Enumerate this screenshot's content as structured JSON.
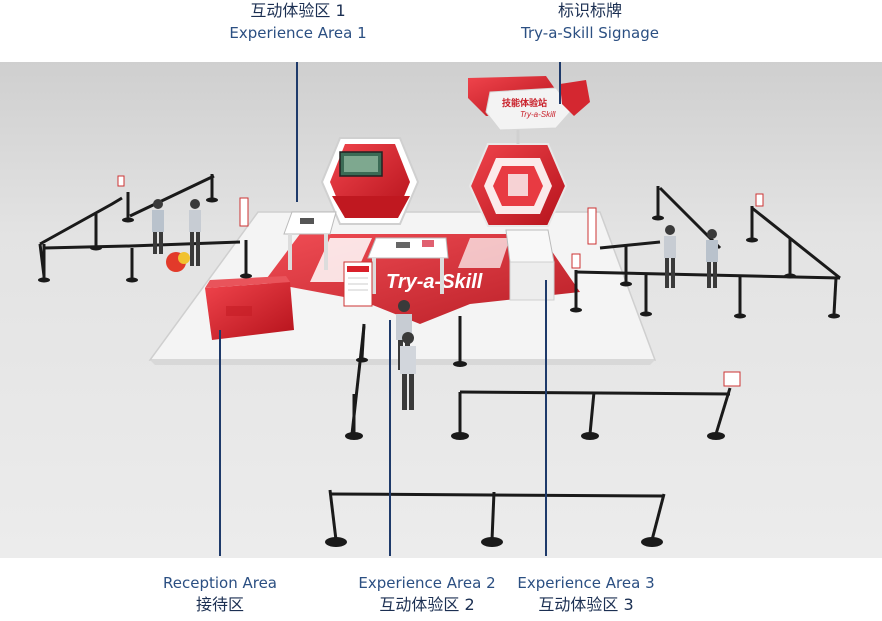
{
  "labels": {
    "experience_area_1": {
      "zh": "互动体验区 1",
      "en": "Experience Area 1"
    },
    "signage": {
      "zh": "标识标牌",
      "en": "Try-a-Skill Signage"
    },
    "reception_area": {
      "en": "Reception Area",
      "zh": "接待区"
    },
    "experience_area_2": {
      "en": "Experience Area 2",
      "zh": "互动体验区 2"
    },
    "experience_area_3": {
      "en": "Experience Area 3",
      "zh": "互动体验区 3"
    }
  },
  "floor_text": "Try-a-Skill",
  "sign_text": {
    "zh": "技能体验站",
    "en": "Try-a-Skill"
  },
  "colors": {
    "brand_red": "#d9202a",
    "label_navy": "#1e3a6a",
    "queue_post": "#1a1a1a"
  }
}
